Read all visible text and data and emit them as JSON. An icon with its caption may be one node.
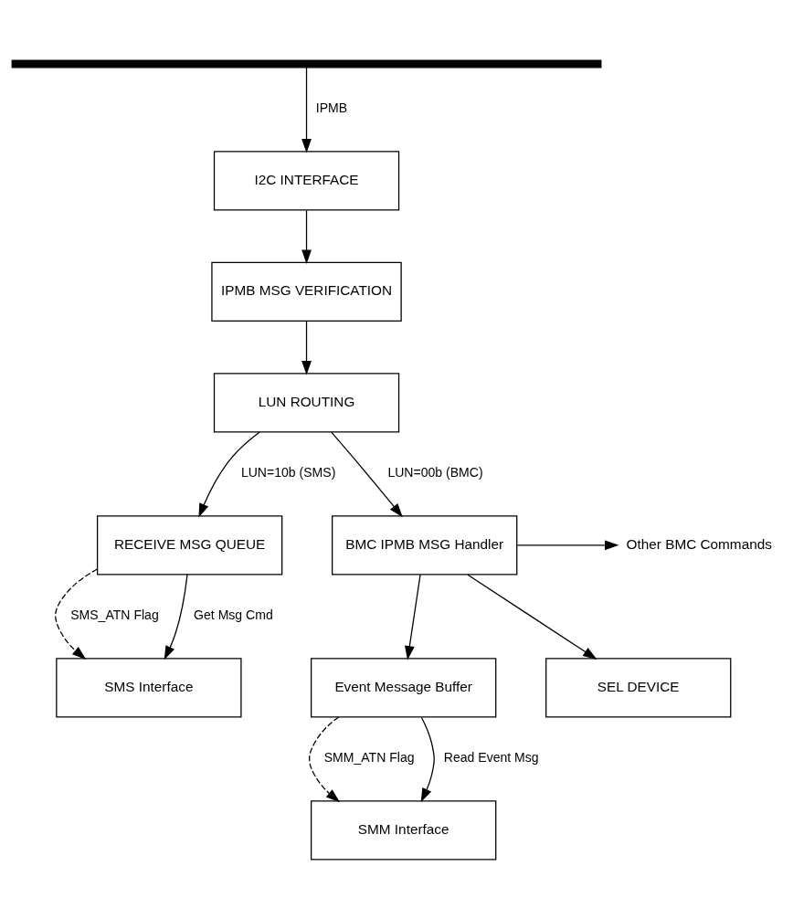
{
  "diagram": {
    "nodes": [
      {
        "text": [],
        "shape": "bar"
      },
      {
        "text": [
          "I2C INTERFACE"
        ]
      },
      {
        "text": [
          "IPMB MSG VERIFICATION"
        ]
      },
      {
        "text": [
          "LUN ROUTING"
        ]
      },
      {
        "text": [
          "RECEIVE MSG QUEUE"
        ]
      },
      {
        "text": [
          "BMC IPMB MSG Handler"
        ]
      },
      {
        "text": [
          "Other BMC Commands"
        ]
      },
      {
        "text": [
          "SMS Interface"
        ]
      },
      {
        "text": [
          "Event Message Buffer"
        ]
      },
      {
        "text": [
          "SEL DEVICE"
        ]
      },
      {
        "text": [
          "SMM Interface"
        ]
      }
    ],
    "edges": [
      {
        "from": 0,
        "to": 1,
        "arrow": "to",
        "label": "IPMB"
      },
      {
        "from": 1,
        "to": 2,
        "arrow": "to"
      },
      {
        "from": 2,
        "to": 3,
        "arrow": "to"
      },
      {
        "from": 3,
        "to": 4,
        "arrow": "to",
        "label": "LUN=10b (SMS)"
      },
      {
        "from": 3,
        "to": 5,
        "arrow": "to",
        "label": "LUN=00b (BMC)"
      },
      {
        "from": 5,
        "to": 6,
        "arrow": "to"
      },
      {
        "from": 4,
        "to": 7,
        "arrow": "to",
        "label": "SMS_ATN Flag",
        "style": "dashed"
      },
      {
        "from": 4,
        "to": 7,
        "arrow": "to",
        "label": "Get Msg Cmd"
      },
      {
        "from": 5,
        "to": 8,
        "arrow": "to"
      },
      {
        "from": 5,
        "to": 9,
        "arrow": "to"
      },
      {
        "from": 8,
        "to": 10,
        "arrow": "to",
        "label": "SMM_ATN Flag",
        "style": "dashed"
      },
      {
        "from": 8,
        "to": 10,
        "arrow": "to",
        "label": "Read Event Msg"
      }
    ]
  }
}
